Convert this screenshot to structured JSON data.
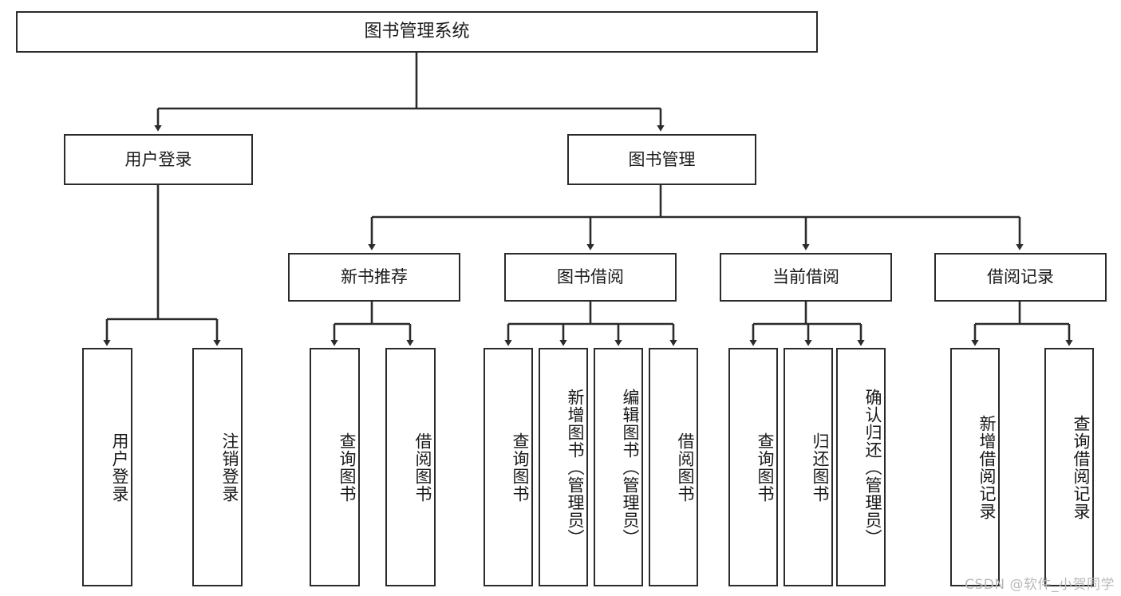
{
  "diagram": {
    "type": "tree-hierarchy",
    "title": "图书管理系统",
    "watermark": "CSDN @软件_小贺同学",
    "colors": {
      "border": "#2b2b2b",
      "background": "#ffffff",
      "text": "#1a1a1a",
      "watermark": "#b9b9b9"
    },
    "levels": {
      "root": {
        "label": "图书管理系统"
      },
      "level2": [
        {
          "label": "用户登录"
        },
        {
          "label": "图书管理"
        }
      ],
      "level3": [
        {
          "label": "新书推荐"
        },
        {
          "label": "图书借阅"
        },
        {
          "label": "当前借阅"
        },
        {
          "label": "借阅记录"
        }
      ],
      "leaves": {
        "user_login": [
          {
            "label": "用户登录"
          },
          {
            "label": "注销登录"
          }
        ],
        "new_book": [
          {
            "label": "查询图书"
          },
          {
            "label": "借阅图书"
          }
        ],
        "book_borrow": [
          {
            "label": "查询图书"
          },
          {
            "label": "新增图书（管理员）"
          },
          {
            "label": "编辑图书（管理员）"
          },
          {
            "label": "借阅图书"
          }
        ],
        "current_borrow": [
          {
            "label": "查询图书"
          },
          {
            "label": "归还图书"
          },
          {
            "label": "确认归还（管理员）"
          }
        ],
        "borrow_record": [
          {
            "label": "新增借阅记录"
          },
          {
            "label": "查询借阅记录"
          }
        ]
      }
    }
  }
}
